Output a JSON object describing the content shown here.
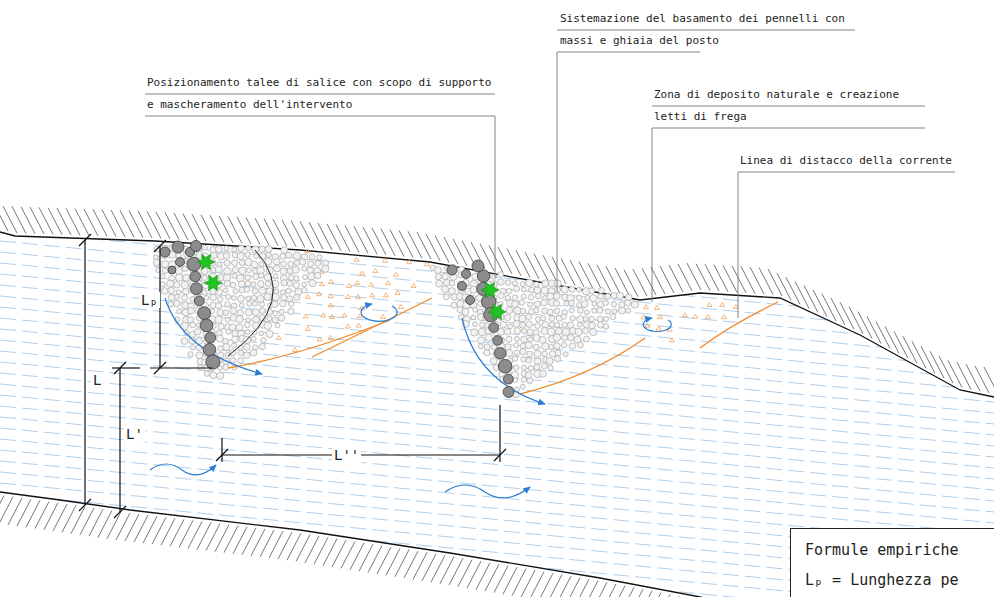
{
  "diagram": {
    "nodes": [
      {
        "text": [
          "Formule empiriche",
          "Lₚ = Lunghezza pe"
        ]
      }
    ],
    "labels": [
      "Sistemazione del basamento dei pennelli con massi e ghiaia del posto",
      "Posizionamento talee di salice con scopo di supporto e mascheramento dell'intervento",
      "Zona di deposito naturale e creazione letti di frega",
      "Linea di distacco della corrente",
      "Lₚ",
      "L",
      "L'",
      "L''"
    ]
  }
}
